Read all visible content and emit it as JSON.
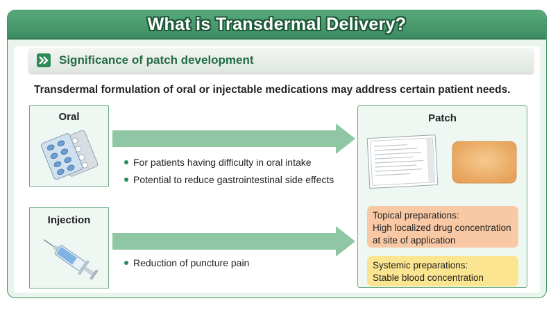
{
  "title": "What is Transdermal Delivery?",
  "section_header": "Significance of patch development",
  "intro": "Transdermal formulation of oral or injectable medications may address certain patient needs.",
  "oral": {
    "label": "Oral",
    "bullets": [
      "For patients having difficulty in oral intake",
      "Potential to reduce gastrointestinal side effects"
    ]
  },
  "injection": {
    "label": "Injection",
    "bullets": [
      "Reduction of puncture pain"
    ]
  },
  "patch": {
    "label": "Patch",
    "topical": {
      "heading": "Topical preparations:",
      "line1": "High localized drug concentration",
      "line2": "at site of application"
    },
    "systemic": {
      "heading": "Systemic preparations:",
      "line1": "Stable blood concentration"
    }
  },
  "colors": {
    "brand_green": "#3d8d62",
    "arrow_green": "#8fc7a5",
    "topical_fill": "#f9c9a6",
    "systemic_fill": "#fbe590"
  }
}
